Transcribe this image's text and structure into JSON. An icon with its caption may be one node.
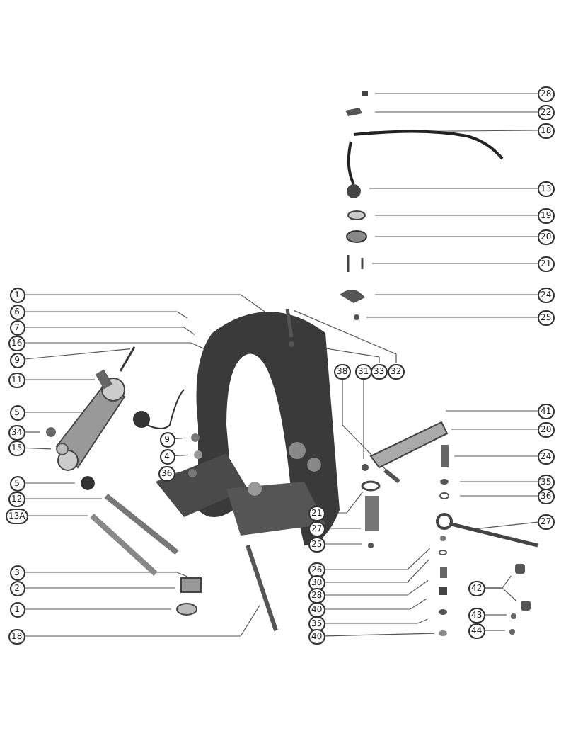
{
  "diagram": {
    "nodes": [
      {
        "text": [
          "28"
        ]
      },
      {
        "text": [
          "22"
        ]
      },
      {
        "text": [
          "18"
        ]
      },
      {
        "text": [
          "13"
        ]
      },
      {
        "text": [
          "19"
        ]
      },
      {
        "text": [
          "20"
        ]
      },
      {
        "text": [
          "21"
        ]
      },
      {
        "text": [
          "24"
        ]
      },
      {
        "text": [
          "25"
        ]
      },
      {
        "text": [
          "1"
        ]
      },
      {
        "text": [
          "6"
        ]
      },
      {
        "text": [
          "7"
        ]
      },
      {
        "text": [
          "16"
        ]
      },
      {
        "text": [
          "9"
        ]
      },
      {
        "text": [
          "11"
        ]
      },
      {
        "text": [
          "5"
        ]
      },
      {
        "text": [
          "34"
        ]
      },
      {
        "text": [
          "15"
        ]
      },
      {
        "text": [
          "5"
        ]
      },
      {
        "text": [
          "12"
        ]
      },
      {
        "text": [
          "13A"
        ]
      },
      {
        "text": [
          "3"
        ]
      },
      {
        "text": [
          "2"
        ]
      },
      {
        "text": [
          "1"
        ]
      },
      {
        "text": [
          "18"
        ]
      },
      {
        "text": [
          "9"
        ]
      },
      {
        "text": [
          "4"
        ]
      },
      {
        "text": [
          "36"
        ]
      },
      {
        "text": [
          "38"
        ]
      },
      {
        "text": [
          "31"
        ]
      },
      {
        "text": [
          "33"
        ]
      },
      {
        "text": [
          "32"
        ]
      },
      {
        "text": [
          "41"
        ]
      },
      {
        "text": [
          "20"
        ]
      },
      {
        "text": [
          "24"
        ]
      },
      {
        "text": [
          "35"
        ]
      },
      {
        "text": [
          "36"
        ]
      },
      {
        "text": [
          "27"
        ]
      },
      {
        "text": [
          "21"
        ]
      },
      {
        "text": [
          "27"
        ]
      },
      {
        "text": [
          "25"
        ]
      },
      {
        "text": [
          "26"
        ]
      },
      {
        "text": [
          "30"
        ]
      },
      {
        "text": [
          "28"
        ]
      },
      {
        "text": [
          "40"
        ]
      },
      {
        "text": [
          "35"
        ]
      },
      {
        "text": [
          "40"
        ]
      },
      {
        "text": [
          "42"
        ]
      },
      {
        "text": [
          "43"
        ]
      },
      {
        "text": [
          "44"
        ]
      }
    ],
    "edges": [
      {
        "from": 0,
        "to": null,
        "arrow": "none"
      },
      {
        "from": 1,
        "to": null,
        "arrow": "none"
      },
      {
        "from": 2,
        "to": null,
        "arrow": "none"
      },
      {
        "from": 3,
        "to": null,
        "arrow": "none"
      },
      {
        "from": 4,
        "to": null,
        "arrow": "none"
      },
      {
        "from": 5,
        "to": null,
        "arrow": "none"
      },
      {
        "from": 6,
        "to": null,
        "arrow": "none"
      },
      {
        "from": 7,
        "to": null,
        "arrow": "none"
      },
      {
        "from": 8,
        "to": null,
        "arrow": "none"
      },
      {
        "from": 9,
        "to": null,
        "arrow": "none"
      },
      {
        "from": 10,
        "to": null,
        "arrow": "none"
      },
      {
        "from": 11,
        "to": null,
        "arrow": "none"
      },
      {
        "from": 12,
        "to": null,
        "arrow": "none"
      },
      {
        "from": 13,
        "to": null,
        "arrow": "none"
      },
      {
        "from": 14,
        "to": null,
        "arrow": "none"
      },
      {
        "from": 15,
        "to": null,
        "arrow": "none"
      },
      {
        "from": 16,
        "to": null,
        "arrow": "none"
      },
      {
        "from": 17,
        "to": null,
        "arrow": "none"
      },
      {
        "from": 18,
        "to": null,
        "arrow": "none"
      },
      {
        "from": 19,
        "to": null,
        "arrow": "none"
      },
      {
        "from": 20,
        "to": null,
        "arrow": "none"
      },
      {
        "from": 21,
        "to": null,
        "arrow": "none"
      },
      {
        "from": 22,
        "to": null,
        "arrow": "none"
      },
      {
        "from": 23,
        "to": null,
        "arrow": "none"
      },
      {
        "from": 24,
        "to": null,
        "arrow": "none"
      },
      {
        "from": 25,
        "to": null,
        "arrow": "none"
      },
      {
        "from": 26,
        "to": null,
        "arrow": "none"
      },
      {
        "from": 27,
        "to": null,
        "arrow": "none"
      },
      {
        "from": 28,
        "to": null,
        "arrow": "none"
      },
      {
        "from": 29,
        "to": null,
        "arrow": "none"
      },
      {
        "from": 30,
        "to": null,
        "arrow": "none"
      },
      {
        "from": 31,
        "to": null,
        "arrow": "none"
      },
      {
        "from": 32,
        "to": null,
        "arrow": "none"
      },
      {
        "from": 33,
        "to": null,
        "arrow": "none"
      },
      {
        "from": 34,
        "to": null,
        "arrow": "none"
      },
      {
        "from": 35,
        "to": null,
        "arrow": "none"
      },
      {
        "from": 36,
        "to": null,
        "arrow": "none"
      },
      {
        "from": 37,
        "to": null,
        "arrow": "none"
      },
      {
        "from": 38,
        "to": null,
        "arrow": "none"
      },
      {
        "from": 39,
        "to": null,
        "arrow": "none"
      },
      {
        "from": 40,
        "to": null,
        "arrow": "none"
      },
      {
        "from": 41,
        "to": null,
        "arrow": "none"
      },
      {
        "from": 42,
        "to": null,
        "arrow": "none"
      },
      {
        "from": 43,
        "to": null,
        "arrow": "none"
      },
      {
        "from": 44,
        "to": null,
        "arrow": "none"
      },
      {
        "from": 45,
        "to": null,
        "arrow": "none"
      },
      {
        "from": 46,
        "to": null,
        "arrow": "none"
      },
      {
        "from": 47,
        "to": null,
        "arrow": "none"
      },
      {
        "from": 48,
        "to": null,
        "arrow": "none"
      },
      {
        "from": 49,
        "to": null,
        "arrow": "none"
      },
      {
        "from": 47,
        "to": null,
        "arrow": "none"
      }
    ]
  }
}
